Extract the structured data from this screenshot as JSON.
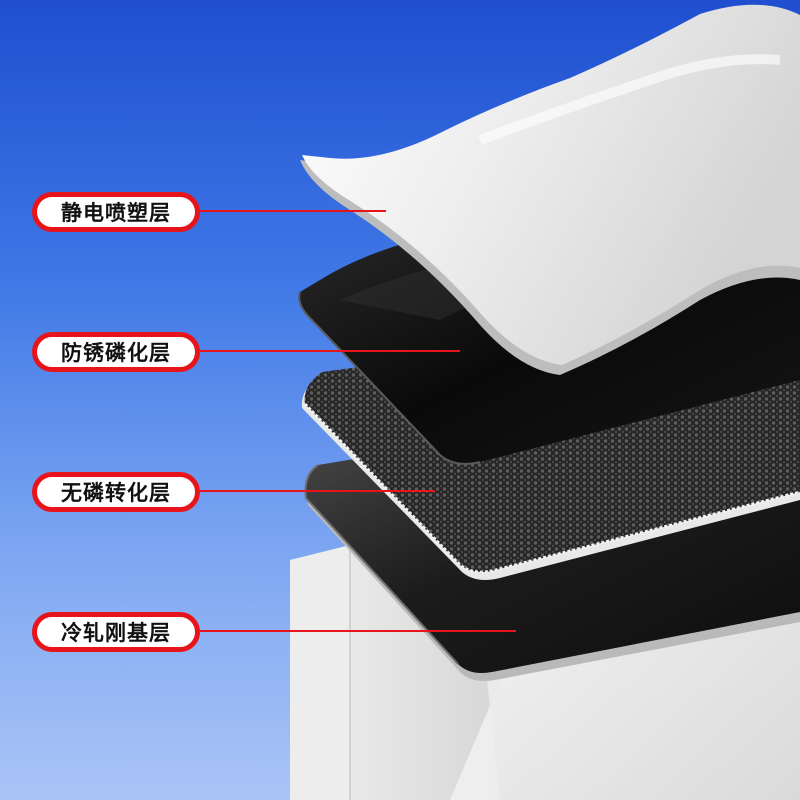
{
  "layers": [
    {
      "label": "静电喷塑层"
    },
    {
      "label": "防锈磷化层"
    },
    {
      "label": "无磷转化层"
    },
    {
      "label": "冷轧刚基层"
    }
  ],
  "colors": {
    "accent_red": "#e8141b",
    "background_top": "#1f4fd0",
    "background_bottom": "#aac4f6"
  }
}
